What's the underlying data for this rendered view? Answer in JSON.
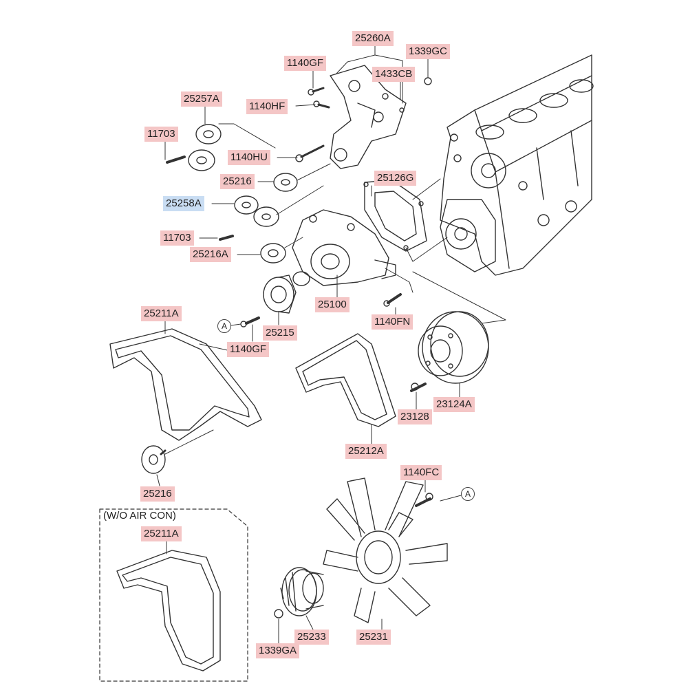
{
  "labels": {
    "p25260A": "25260A",
    "p1339GC": "1339GC",
    "p1140GF_top": "1140GF",
    "p1433CB": "1433CB",
    "p1140HF": "1140HF",
    "p25257A": "25257A",
    "p11703_top": "11703",
    "p1140HU": "1140HU",
    "p25126G": "25126G",
    "p25216_mid": "25216",
    "p25258A": "25258A",
    "p11703_mid": "11703",
    "p25216A": "25216A",
    "p25100": "25100",
    "p1140FN": "1140FN",
    "p25211A_top": "25211A",
    "p25215": "25215",
    "p1140GF_mid": "1140GF",
    "p23128": "23128",
    "p23124A": "23124A",
    "p25212A": "25212A",
    "p25216_low": "25216",
    "p1140FC": "1140FC",
    "p25211A_low": "25211A",
    "p25233": "25233",
    "p25231": "25231",
    "p1339GA": "1339GA"
  },
  "notes": {
    "wo_air_con": "(W/O AIR CON)"
  },
  "refs": {
    "a_left": "A",
    "a_right": "A"
  },
  "colors": {
    "label_highlight": "#f4c6c6",
    "selected_highlight": "#c9ddf3",
    "line": "#333333"
  }
}
